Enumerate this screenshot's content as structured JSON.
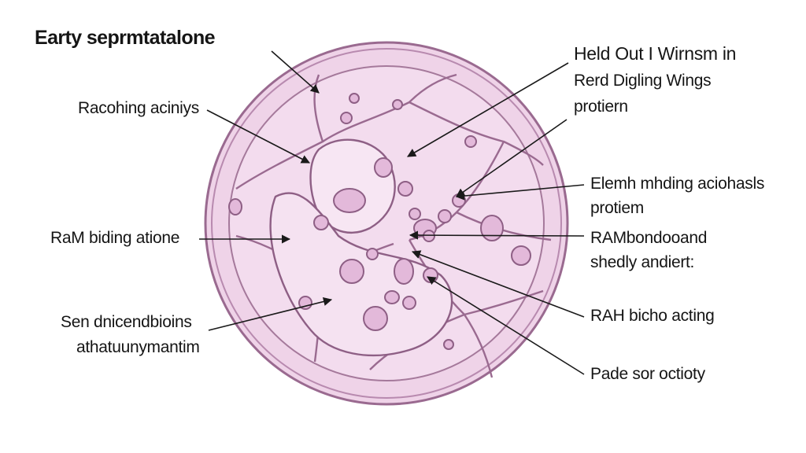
{
  "title": "Earty seprmtatalone",
  "labels": {
    "held_out_line1": "Held Out I Wirnsm in",
    "held_out_line2": "Rerd Digling Wings",
    "held_out_line3": "protiern",
    "racohing": "Racohing aciniys",
    "elemh_line1": "Elemh mhding aciohasls",
    "elemh_line2": "protiem",
    "ram_binding": "RaM biding atione",
    "ramb_line1": "RAMbondooand",
    "ramb_line2": "shedly andiert:",
    "rah_bicho": "RAH bicho acting",
    "sen_line1": "Sen dnicendbioins",
    "sen_line2": "athatuunymantim",
    "pade": "Pade sor octioty"
  },
  "colors": {
    "cell_fill": "#efd6ea",
    "cell_inner": "#f6e4f1",
    "cell_stroke": "#9a6a90",
    "organelle": "#dcaed2",
    "arrow": "#1a1a1a"
  }
}
